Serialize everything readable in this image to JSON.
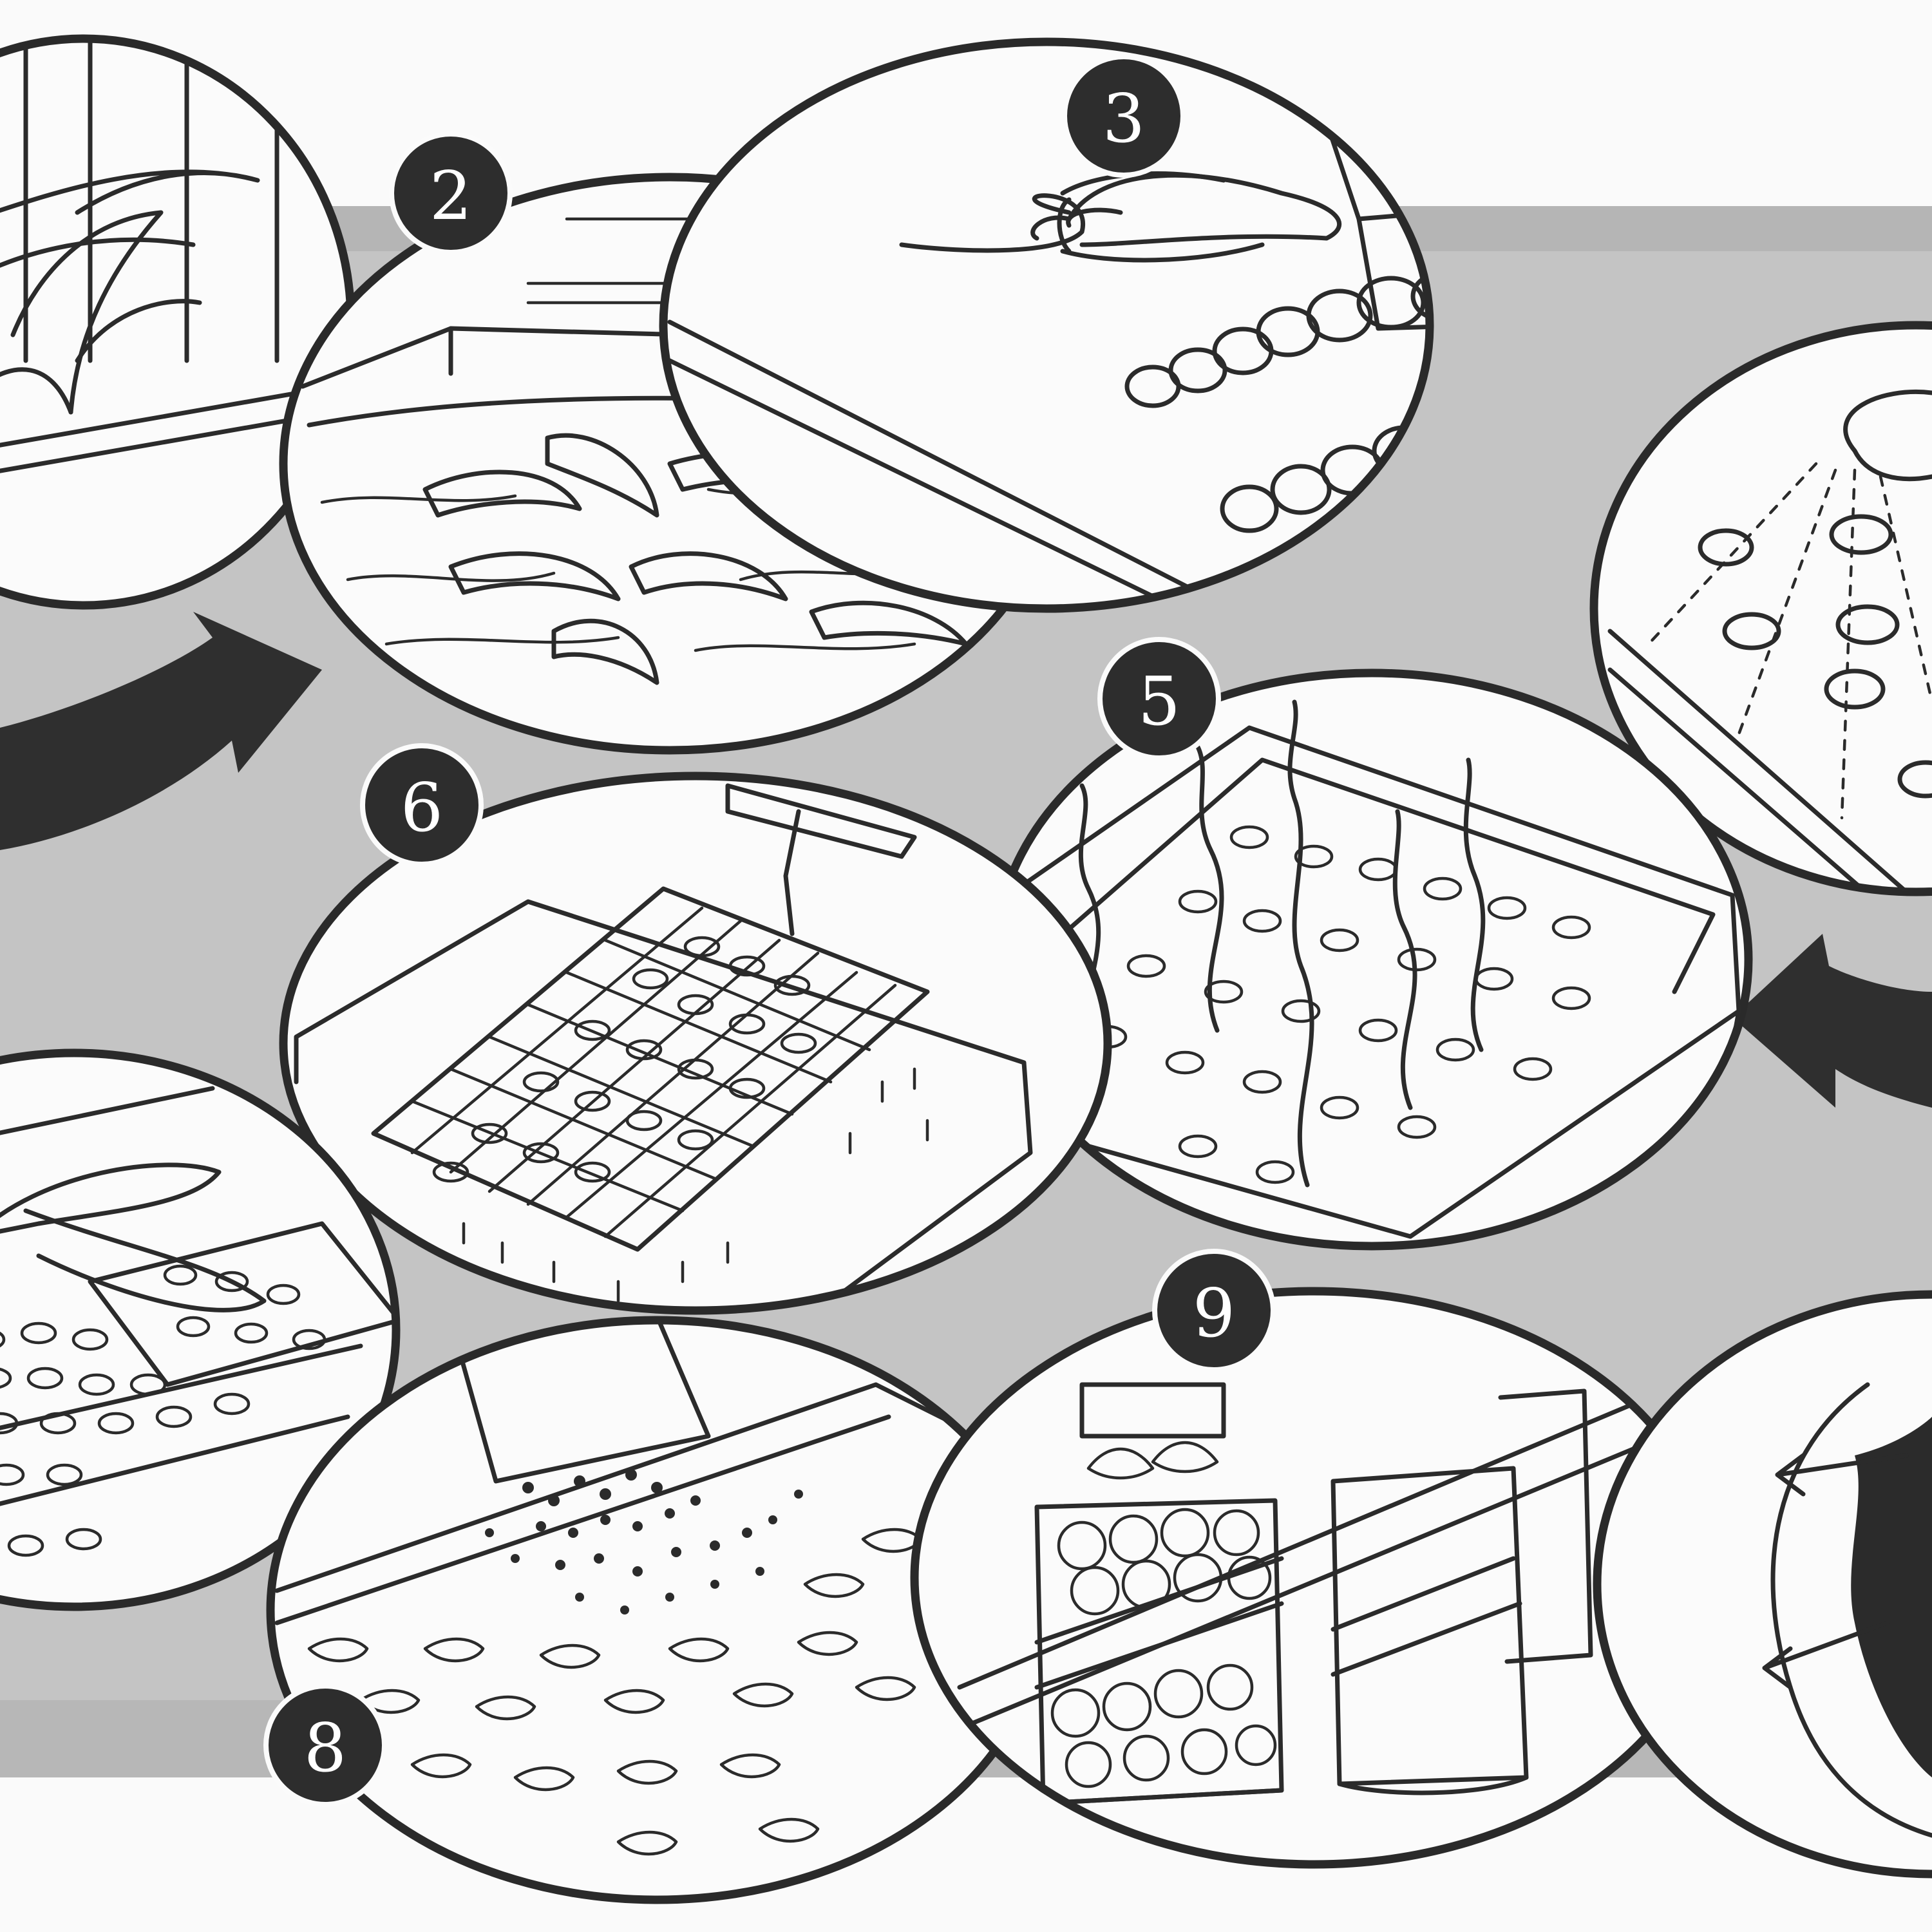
{
  "colors": {
    "paper": "#fafafa",
    "band": "#c4c4c4",
    "panel": "#fbfbfb",
    "ink": "#2a2a2a",
    "badge": "#2d2d2d",
    "badge_text": "#ffffff"
  },
  "steps": [
    {
      "number": "2"
    },
    {
      "number": "3"
    },
    {
      "number": "5"
    },
    {
      "number": "6"
    },
    {
      "number": "8"
    },
    {
      "number": "9"
    }
  ]
}
